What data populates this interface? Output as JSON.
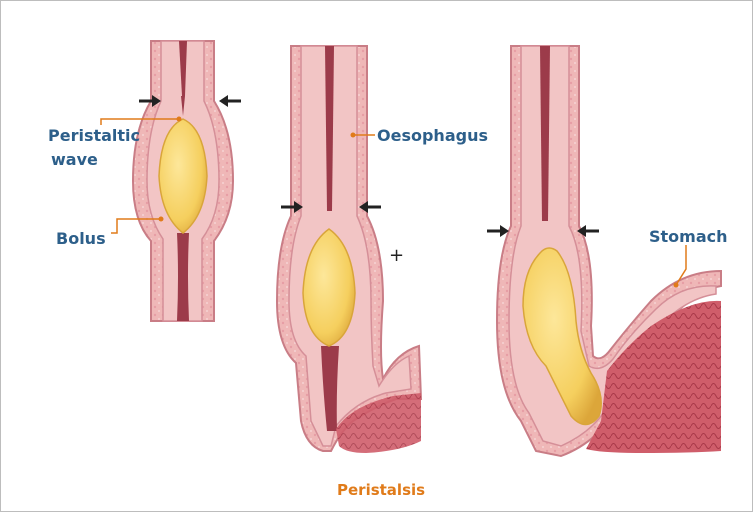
{
  "labels": {
    "peristaltic_line1": "Peristaltic",
    "peristaltic_line2": "wave",
    "bolus": "Bolus",
    "oesophagus": "Oesophagus",
    "stomach": "Stomach",
    "caption": "Peristalsis",
    "plus": "+"
  },
  "colors": {
    "label_blue": "#2d5f8a",
    "caption_orange": "#e07b1a",
    "leader_orange": "#e07b1a",
    "wall_pink": "#e8a6a6",
    "wall_dark": "#c97d86",
    "lumen": "#9c3b4a",
    "bolus_fill": "#f5cf5e",
    "bolus_edge": "#d9a53a",
    "stomach_mucosa": "#c8505f",
    "arrow": "#222222"
  },
  "icons": [
    "arrow-right-icon",
    "arrow-left-icon"
  ]
}
